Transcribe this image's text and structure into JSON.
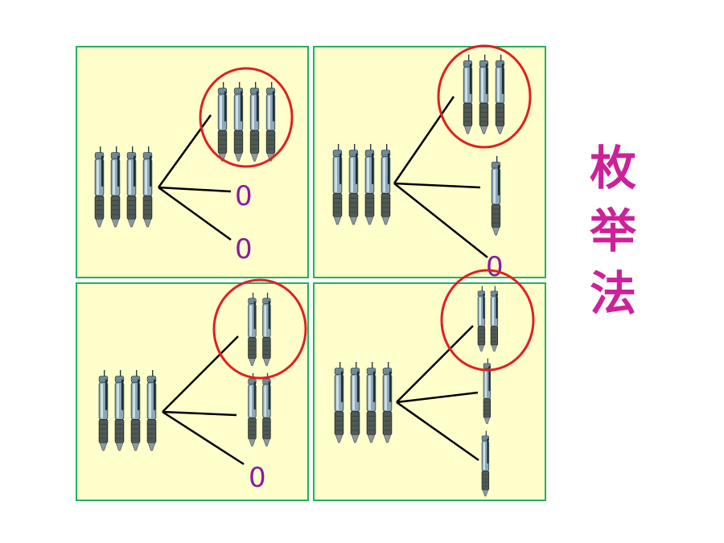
{
  "title": {
    "chars": [
      "枚",
      "举",
      "法"
    ]
  },
  "panels": [
    {
      "zero_labels": [
        "0",
        "0"
      ]
    },
    {
      "zero_labels": [
        "0"
      ]
    },
    {
      "zero_labels": [
        "0"
      ]
    },
    {
      "zero_labels": []
    }
  ],
  "colors": {
    "panel_fill": "#ffffcc",
    "panel_border": "#22b060",
    "circle": "#e02020",
    "zero_label": "#8a1aa0",
    "title": "#cc2299"
  }
}
